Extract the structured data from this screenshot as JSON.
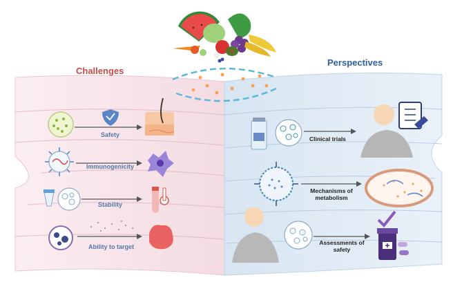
{
  "headings": {
    "challenges": "Challenges",
    "perspectives": "Perspectives"
  },
  "challenges": [
    {
      "label": "Safety"
    },
    {
      "label": "Immunogenicity"
    },
    {
      "label": "Stability"
    },
    {
      "label": "Ability to target"
    }
  ],
  "perspectives": [
    {
      "label": "Clinical trials"
    },
    {
      "label": "Mechanisms of metabolism"
    },
    {
      "label": "Assessments of safety"
    }
  ],
  "colors": {
    "challenges_heading": "#c44a4a",
    "perspectives_heading": "#2f5fa0",
    "left_panel": "#f6e2e8",
    "right_panel": "#dde8f3",
    "challenge_label": "#5577aa"
  }
}
